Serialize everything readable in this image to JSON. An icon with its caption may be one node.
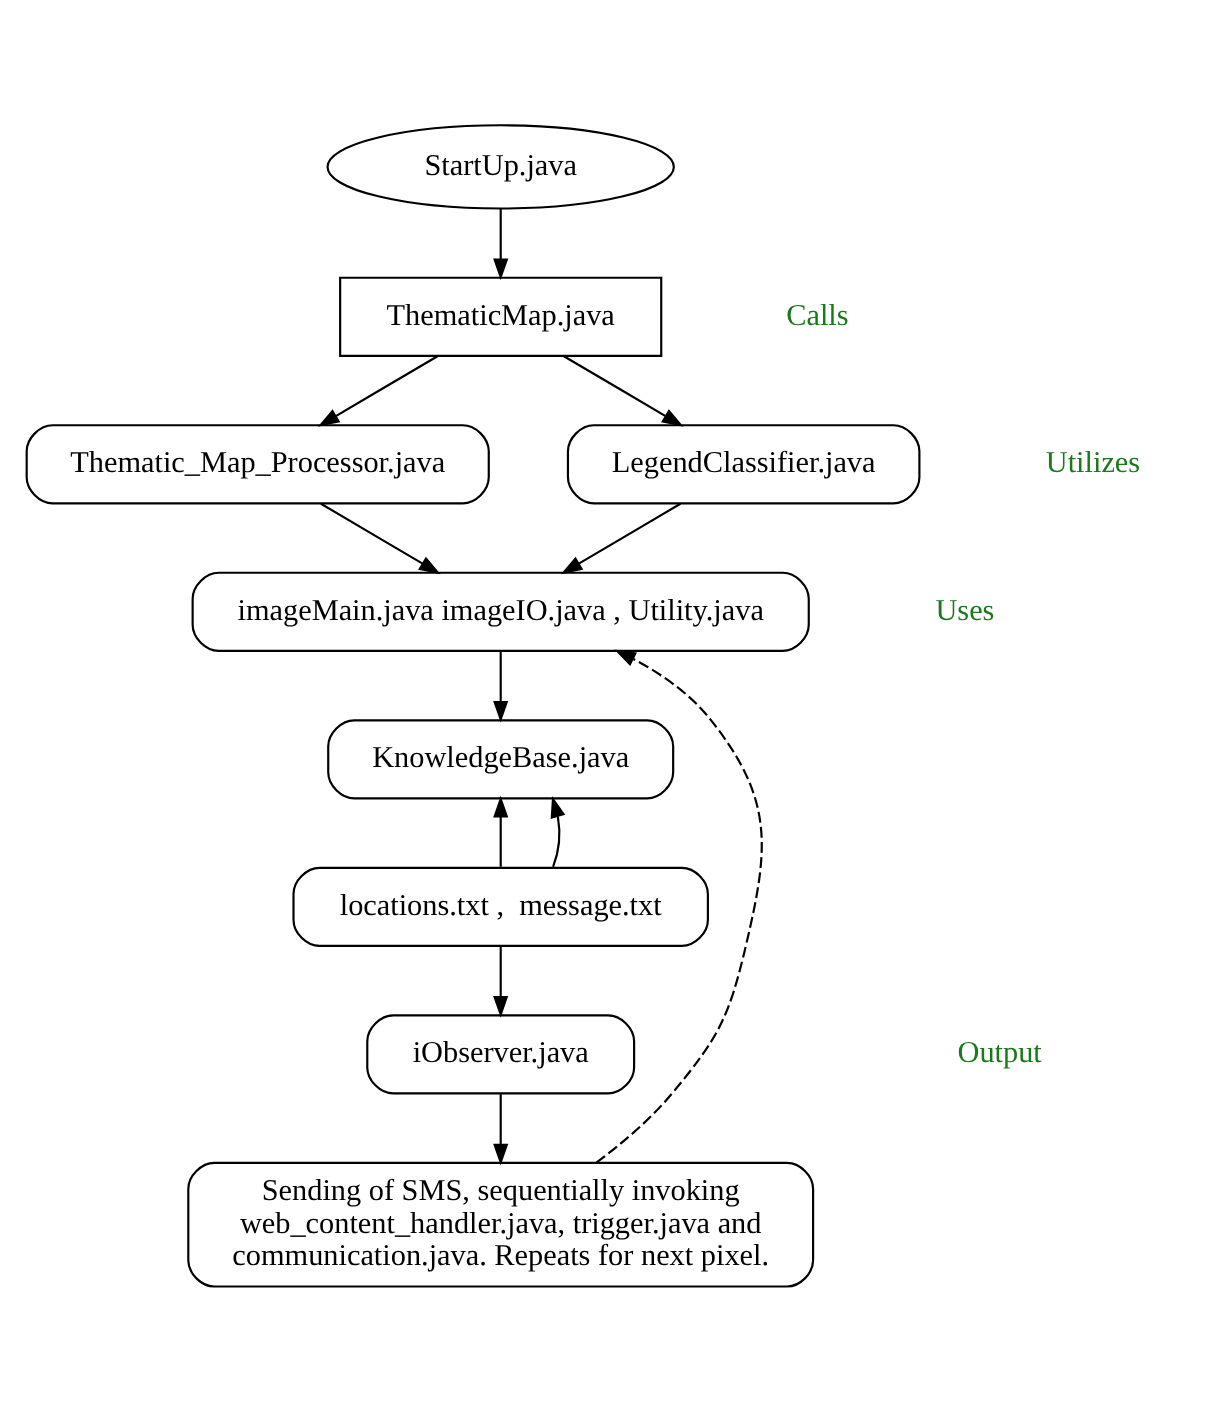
{
  "diagram": {
    "nodes": [
      {
        "text": [
          "StartUp.java"
        ]
      },
      {
        "text": [
          "ThematicMap.java"
        ]
      },
      {
        "text": [
          "Thematic_Map_Processor.java"
        ]
      },
      {
        "text": [
          "LegendClassifier.java"
        ]
      },
      {
        "text": [
          "imageMain.java imageIO.java , Utility.java"
        ]
      },
      {
        "text": [
          "KnowledgeBase.java"
        ]
      },
      {
        "text": [
          "locations.txt ,  message.txt"
        ]
      },
      {
        "text": [
          "iObserver.java"
        ]
      },
      {
        "text": [
          "Sending of SMS, sequentially invoking web_content_handler.java, trigger.java and communication.java. Repeats for next pixel."
        ]
      }
    ],
    "edges": [
      {
        "from": 0,
        "to": 1,
        "arrow": "to"
      },
      {
        "from": 1,
        "to": 2,
        "arrow": "to"
      },
      {
        "from": 1,
        "to": 3,
        "arrow": "to"
      },
      {
        "from": 2,
        "to": 4,
        "arrow": "to"
      },
      {
        "from": 3,
        "to": 4,
        "arrow": "to"
      },
      {
        "from": 4,
        "to": 5,
        "arrow": "to"
      },
      {
        "from": 6,
        "to": 5,
        "arrow": "to"
      },
      {
        "from": 6,
        "to": 5,
        "arrow": "to"
      },
      {
        "from": 6,
        "to": 7,
        "arrow": "to"
      },
      {
        "from": 7,
        "to": 8,
        "arrow": "to"
      },
      {
        "from": 8,
        "to": 4,
        "arrow": "to",
        "style": "dashed"
      }
    ],
    "labels": [
      "Calls",
      "Utilizes",
      "Uses",
      "Output"
    ]
  }
}
